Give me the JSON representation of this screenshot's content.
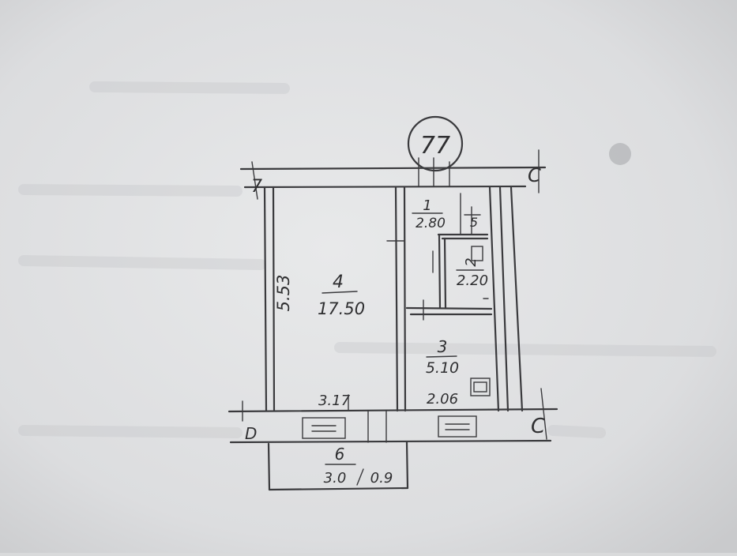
{
  "plan": {
    "building_number": "77",
    "axis_left": "7",
    "axis_right_top": "C",
    "axis_right_bottom": "C",
    "axis_bottom_left": "D",
    "rooms": [
      {
        "number": "1",
        "area": "2.80"
      },
      {
        "number": "2",
        "area": "2.20"
      },
      {
        "number": "3",
        "area": "5.10"
      },
      {
        "number": "4",
        "area": "17.50"
      },
      {
        "number": "6",
        "area": "3.0",
        "extra": "0.9"
      }
    ],
    "dimensions": {
      "height_left": "5.53",
      "width_room4": "3.17",
      "width_room3": "2.06",
      "small_mark": "5"
    },
    "colors": {
      "paper": "#e4e5e6",
      "ink": "#2f2f31"
    }
  }
}
